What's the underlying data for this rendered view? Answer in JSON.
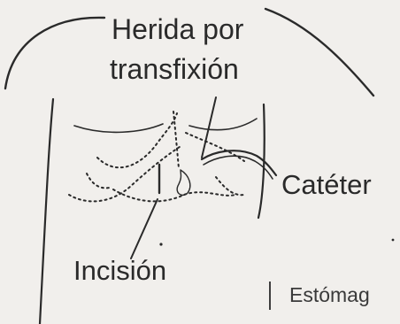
{
  "labels": {
    "wound_line1": "Herida por",
    "wound_line2": "transfixión",
    "catheter": "Catéter",
    "incision": "Incisión",
    "stomach": "Estómag"
  },
  "colors": {
    "background": "#f1efec",
    "ink": "#2a2a2a"
  }
}
